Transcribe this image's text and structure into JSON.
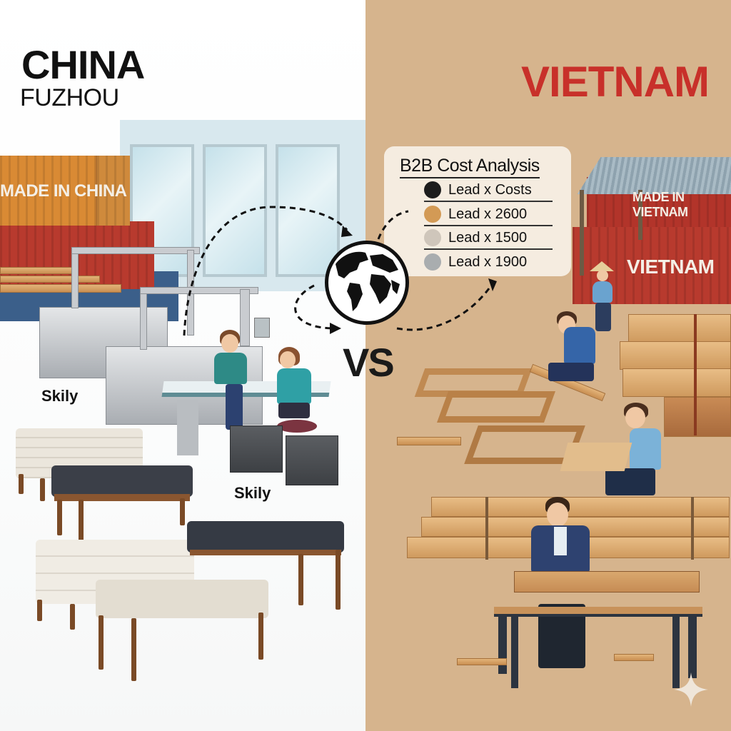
{
  "china_side": {
    "title": "CHINA",
    "subtitle": "FUZHOU",
    "background_color": "#ffffff",
    "container_label": "MADE IN CHINA",
    "brand_labels": [
      "Skily",
      "Skily"
    ]
  },
  "vietnam_side": {
    "title": "VIETNAM",
    "title_color": "#c8302a",
    "background_color": "#d6b48d",
    "container_top_label": "MADE IN VIETNAM",
    "container_label": "VIETNAM"
  },
  "center": {
    "vs_label": "VS",
    "globe_icon": "globe-icon"
  },
  "cost_card": {
    "title": "B2B Cost Analysis",
    "rows": [
      {
        "label": "Lead x Costs",
        "color": "#1d1d1d"
      },
      {
        "label": "Lead x 2600",
        "color": "#d39a55"
      },
      {
        "label": "Lead x 1500",
        "color": "#cfc6bb"
      },
      {
        "label": "Lead x 1900",
        "color": "#a9adaf"
      }
    ]
  },
  "watermark": {
    "icon": "sparkle-icon"
  }
}
